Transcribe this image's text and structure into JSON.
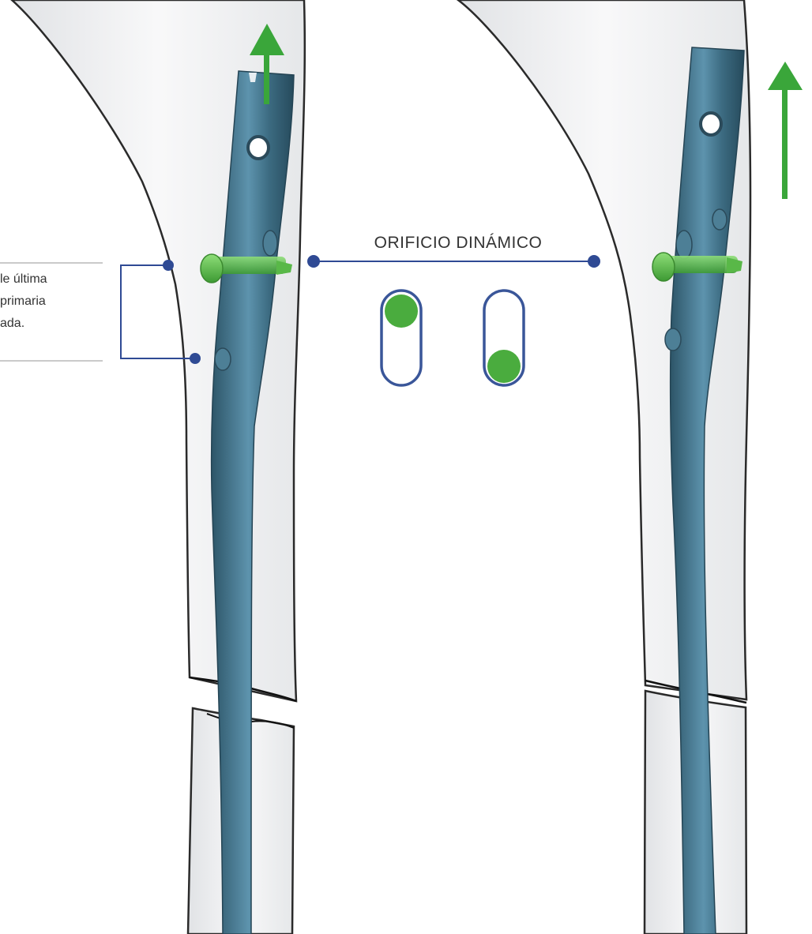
{
  "callout": {
    "lines": [
      "le última",
      "primaria",
      "ada."
    ]
  },
  "dynamic_hole": {
    "label": "ORIFICIO DINÁMICO"
  },
  "colors": {
    "nail": "#3f6f85",
    "nail_highlight": "#6ea7c2",
    "screw": "#5cbf4a",
    "arrow": "#3aa63a",
    "line": "#2f4a94",
    "bone_outline": "#2a2a2a",
    "bone_fill": "#f1f2f4"
  },
  "icons": [
    "arrow-up-icon",
    "slot-top-icon",
    "slot-bottom-icon"
  ]
}
